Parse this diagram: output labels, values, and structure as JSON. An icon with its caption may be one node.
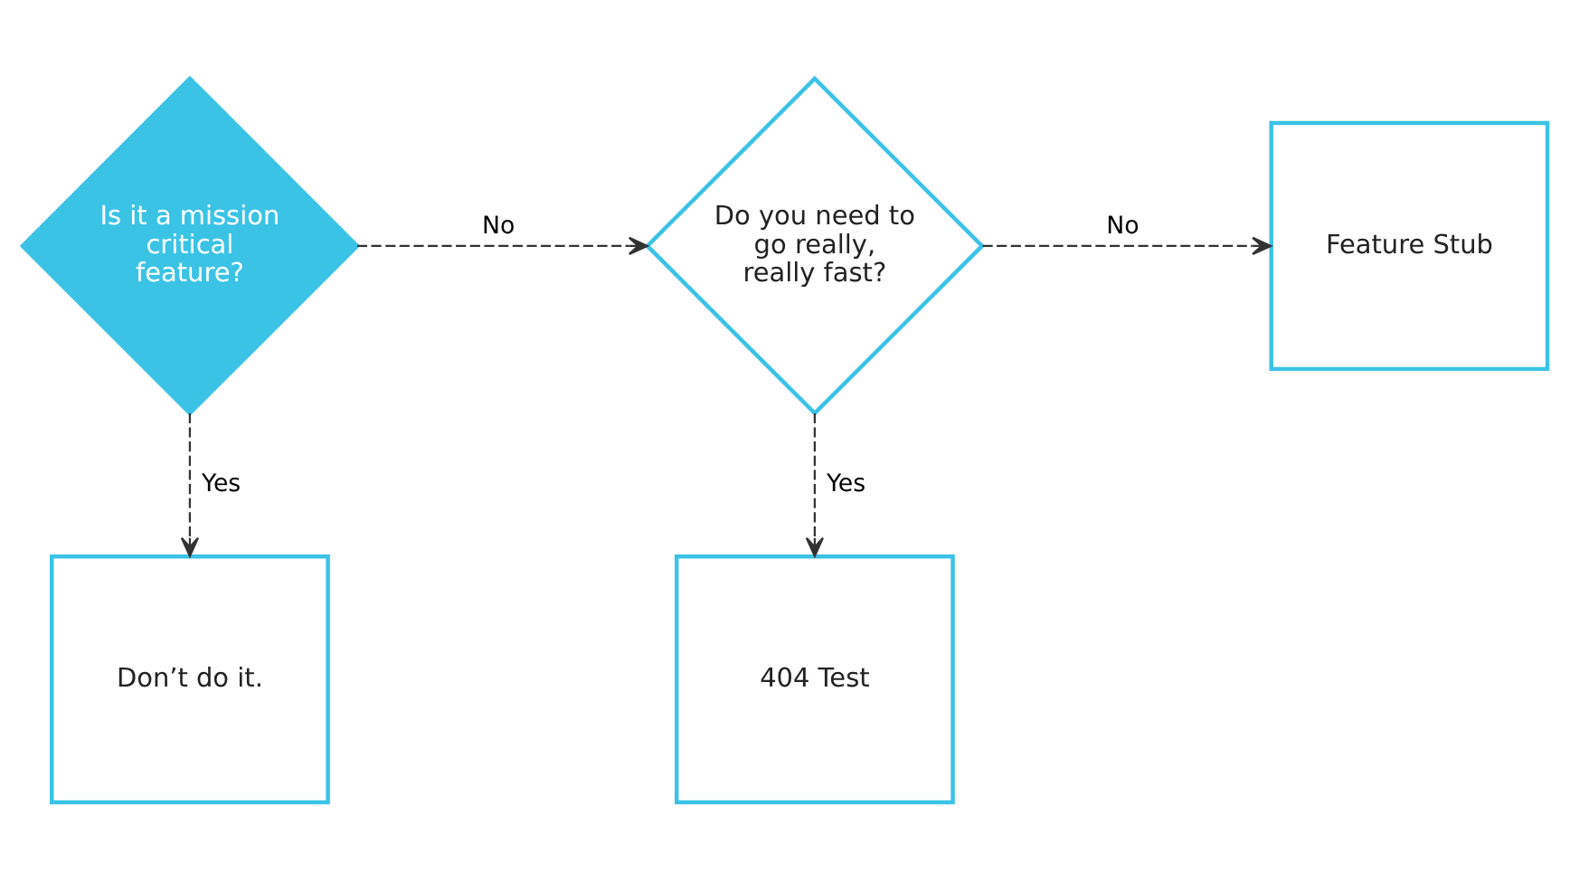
{
  "diagram": {
    "nodes": [
      {
        "text": [
          "Is it a mission critical feature?"
        ]
      },
      {
        "text": [
          "Do you need to go really, really fast?"
        ]
      },
      {
        "text": [
          "Feature Stub"
        ]
      },
      {
        "text": [
          "Don’t do it."
        ]
      },
      {
        "text": [
          "404 Test"
        ]
      }
    ],
    "edges": [
      {
        "from": 0,
        "to": 1,
        "arrow": "to",
        "label": "No",
        "style": "dashed"
      },
      {
        "from": 1,
        "to": 2,
        "arrow": "to",
        "label": "No",
        "style": "dashed"
      },
      {
        "from": 0,
        "to": 3,
        "arrow": "to",
        "label": "Yes",
        "style": "dashed"
      },
      {
        "from": 1,
        "to": 4,
        "arrow": "to",
        "label": "Yes",
        "style": "dashed"
      }
    ]
  }
}
